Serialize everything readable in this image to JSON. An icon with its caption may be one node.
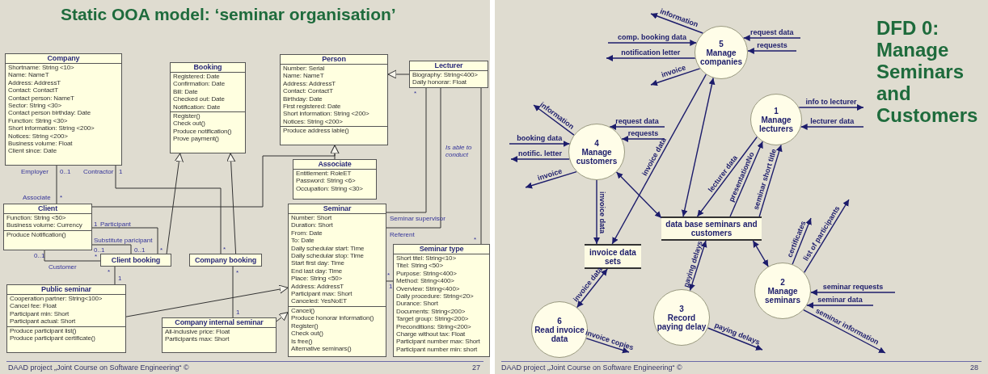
{
  "diagram": {
    "nodes": [
      {
        "text": [
          "Static OOA model: ‘seminar organisation’",
          "DAAD project „Joint Course on Software Engineering“ ©",
          "27"
        ]
      },
      {
        "text": [
          "Company",
          "Shortname: String <10>",
          "Name: NameT",
          "Address: AddressT",
          "Contact: ContactT",
          "Contact person: NameT",
          "Sector: String <30>",
          "Contact person birthday: Date",
          "Function: String <30>",
          "Short information: String <200>",
          "Notices: String <200>",
          "Business volume: Float",
          "Client since: Date"
        ],
        "in": 0
      },
      {
        "text": [
          "Booking",
          "Registered: Date",
          "Confirmation: Date",
          "Bill: Date",
          "Checked out: Date",
          "Notification: Date",
          "Register()",
          "Check out()",
          "Produce notification()",
          "Prove payment()"
        ],
        "in": 0
      },
      {
        "text": [
          "Person",
          "Number: Serial",
          "Name: NameT",
          "Address: AddressT",
          "Contact: ContactT",
          "Birthday: Date",
          "First registered: Date",
          "Short information: String <200>",
          "Notices: String <200>",
          "Produce address lable()"
        ],
        "in": 0
      },
      {
        "text": [
          "Lecturer",
          "Biography: String<400>",
          "Daily honorar: Float"
        ],
        "in": 0
      },
      {
        "text": [
          "Associate",
          "Entitlement: RoleET",
          "Password: String <6>",
          "Occupation: String <30>"
        ],
        "in": 0
      },
      {
        "text": [
          "Client",
          "Function: String <50>",
          "Business volume: Currency",
          "Produce Notification()"
        ],
        "in": 0
      },
      {
        "text": [
          "Client booking"
        ],
        "in": 0
      },
      {
        "text": [
          "Company booking"
        ],
        "in": 0
      },
      {
        "text": [
          "Seminar",
          "Number: Short",
          "Duration: Short",
          "From: Date",
          "To: Date",
          "Daily schedular start: Time",
          "Daily schedular stop: Time",
          "Start first day: Time",
          "End last day: Time",
          "Place: String <50>",
          "Address: AddressT",
          "Participant max: Short",
          "Canceled: YesNoET",
          "Cancel()",
          "Produce honorar information()",
          "Register()",
          "Check out()",
          "Is free()",
          "Alternative seminars()"
        ],
        "in": 0
      },
      {
        "text": [
          "Seminar type",
          "Short titel: String<10>",
          "Titel: String <50>",
          "Purpose: String<400>",
          "Method: String<400>",
          "Overview: String<400>",
          "Daily procedure: String<20>",
          "Durance: Short",
          "Documents: String<200>",
          "Target group: String<200>",
          "Preconditions: String<200>",
          "Charge without tax: Float",
          "Participant number max: Short",
          "Participant number min: short"
        ],
        "in": 0
      },
      {
        "text": [
          "Public seminar",
          "Cooperation partner: String<100>",
          "Cancel fee: Float",
          "Participant min: Short",
          "Participant actual: Short",
          "Produce participant list()",
          "Produce participant certificate()"
        ],
        "in": 0
      },
      {
        "text": [
          "Company internal seminar",
          "All-inclusive price: Float",
          "Participants max: Short"
        ],
        "in": 0
      },
      {
        "text": [
          "DFD 0: Manage Seminars and Customers",
          "DAAD project „Joint Course on Software Engineering“ ©",
          "28"
        ]
      },
      {
        "text": [
          "5",
          "Manage companies"
        ],
        "in": 13
      },
      {
        "text": [
          "1",
          "Manage lecturers"
        ],
        "in": 13
      },
      {
        "text": [
          "4",
          "Manage customers"
        ],
        "in": 13
      },
      {
        "text": [
          "data base seminars and customers"
        ],
        "in": 13
      },
      {
        "text": [
          "invoice data sets"
        ],
        "in": 13
      },
      {
        "text": [
          "2",
          "Manage seminars"
        ],
        "in": 13
      },
      {
        "text": [
          "3",
          "Record paying delay"
        ],
        "in": 13
      },
      {
        "text": [
          "6",
          "Read invoice data"
        ],
        "in": 13
      }
    ],
    "edges": [
      {
        "from": 4,
        "to": 3,
        "arrow": "to"
      },
      {
        "from": 5,
        "to": 3,
        "arrow": "to"
      },
      {
        "from": 6,
        "to": 3,
        "arrow": "to"
      },
      {
        "from": 7,
        "to": 2,
        "arrow": "to"
      },
      {
        "from": 8,
        "to": 2,
        "arrow": "to"
      },
      {
        "from": 11,
        "to": 9,
        "arrow": "to"
      },
      {
        "from": 12,
        "to": 9,
        "arrow": "to"
      },
      {
        "from": 1,
        "to": 6,
        "arrow": "none"
      },
      {
        "from": 1,
        "to": 8,
        "arrow": "none"
      },
      {
        "from": 6,
        "to": 7,
        "arrow": "none",
        "label": "Participant"
      },
      {
        "from": 6,
        "to": 7,
        "arrow": "none",
        "label": "Substitute paricipant"
      },
      {
        "from": 6,
        "to": 7,
        "arrow": "none",
        "label": "Customer"
      },
      {
        "from": 7,
        "to": 11,
        "arrow": "none"
      },
      {
        "from": 8,
        "to": 12,
        "arrow": "none"
      },
      {
        "from": 9,
        "to": 10,
        "arrow": "none"
      },
      {
        "from": 9,
        "to": 4,
        "arrow": "none",
        "label": "Seminar supervisor"
      },
      {
        "from": 9,
        "to": 4,
        "arrow": "none",
        "label": "Referent"
      },
      {
        "from": 4,
        "to": 10,
        "arrow": "none",
        "label": "Is able to conduct"
      },
      {
        "from": 14,
        "to": null,
        "arrow": "to",
        "label": "information"
      },
      {
        "from": null,
        "to": 14,
        "arrow": "to",
        "label": "comp. booking data"
      },
      {
        "from": 14,
        "to": null,
        "arrow": "to",
        "label": "notification letter"
      },
      {
        "from": null,
        "to": 14,
        "arrow": "to",
        "label": "request data"
      },
      {
        "from": null,
        "to": 14,
        "arrow": "to",
        "label": "requests"
      },
      {
        "from": 14,
        "to": null,
        "arrow": "to",
        "label": "invoice"
      },
      {
        "from": 14,
        "to": 18,
        "arrow": "to",
        "label": "invoice data"
      },
      {
        "from": 14,
        "to": 17,
        "arrow": "both"
      },
      {
        "from": 15,
        "to": null,
        "arrow": "to",
        "label": "info to lecturer"
      },
      {
        "from": null,
        "to": 15,
        "arrow": "to",
        "label": "lecturer data"
      },
      {
        "from": 16,
        "to": null,
        "arrow": "to",
        "label": "information"
      },
      {
        "from": null,
        "to": 16,
        "arrow": "to",
        "label": "request data"
      },
      {
        "from": null,
        "to": 16,
        "arrow": "to",
        "label": "requests"
      },
      {
        "from": null,
        "to": 16,
        "arrow": "to",
        "label": "booking data"
      },
      {
        "from": 16,
        "to": null,
        "arrow": "to",
        "label": "notific. letter"
      },
      {
        "from": 16,
        "to": null,
        "arrow": "to",
        "label": "invoice"
      },
      {
        "from": 16,
        "to": 18,
        "arrow": "to",
        "label": "invoice data"
      },
      {
        "from": 16,
        "to": 17,
        "arrow": "both"
      },
      {
        "from": 15,
        "to": 17,
        "arrow": "to",
        "label": "lecturer data"
      },
      {
        "from": 17,
        "to": 15,
        "arrow": "to",
        "label": "presentationNo"
      },
      {
        "from": 17,
        "to": 15,
        "arrow": "to",
        "label": "seminar short title"
      },
      {
        "from": 17,
        "to": 20,
        "arrow": "both",
        "label": "paying delays"
      },
      {
        "from": 17,
        "to": 19,
        "arrow": "both"
      },
      {
        "from": 19,
        "to": null,
        "arrow": "to",
        "label": "certificates"
      },
      {
        "from": 19,
        "to": null,
        "arrow": "to",
        "label": "list of participants"
      },
      {
        "from": null,
        "to": 19,
        "arrow": "to",
        "label": "seminar requests"
      },
      {
        "from": null,
        "to": 19,
        "arrow": "to",
        "label": "seminar data"
      },
      {
        "from": 19,
        "to": null,
        "arrow": "to",
        "label": "seminar information"
      },
      {
        "from": 20,
        "to": null,
        "arrow": "to",
        "label": "paying delays"
      },
      {
        "from": 21,
        "to": 18,
        "arrow": "both",
        "label": "invoice data"
      },
      {
        "from": 21,
        "to": null,
        "arrow": "to",
        "label": "invoice copies"
      }
    ],
    "labels": [
      "Employer",
      "0..1",
      "Contractor",
      "1",
      "Associate",
      "*",
      "1",
      "0..1",
      "0..1",
      "*",
      "0..1",
      "*",
      "*",
      "1",
      "*",
      "*",
      "1",
      "*",
      "*",
      "*",
      "1"
    ]
  }
}
